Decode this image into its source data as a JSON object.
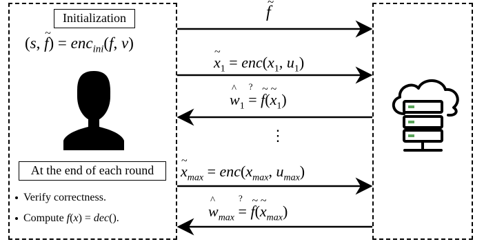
{
  "client": {
    "init_label": "Initialization",
    "init_formula": "(s, f̃) = enc_ini(f, v)",
    "round_label": "At the end of each round",
    "bullets": [
      "Verify correctness.",
      "Compute f(x) = dec()."
    ]
  },
  "messages": [
    {
      "text": "f̃",
      "direction": "to-server"
    },
    {
      "text": "x̃₁ = enc(x₁, u₁)",
      "direction": "to-server"
    },
    {
      "text": "ŵ₁ ≟ f̃(x̃₁)",
      "direction": "to-client"
    },
    {
      "text": "⋮",
      "direction": "ellipsis"
    },
    {
      "text": "x̃max = enc(xmax, umax)",
      "direction": "to-server"
    },
    {
      "text": "ŵmax ≟ f̃(x̃max)",
      "direction": "to-client"
    }
  ],
  "icons": {
    "user": "user-silhouette-icon",
    "server": "cloud-server-icon"
  }
}
